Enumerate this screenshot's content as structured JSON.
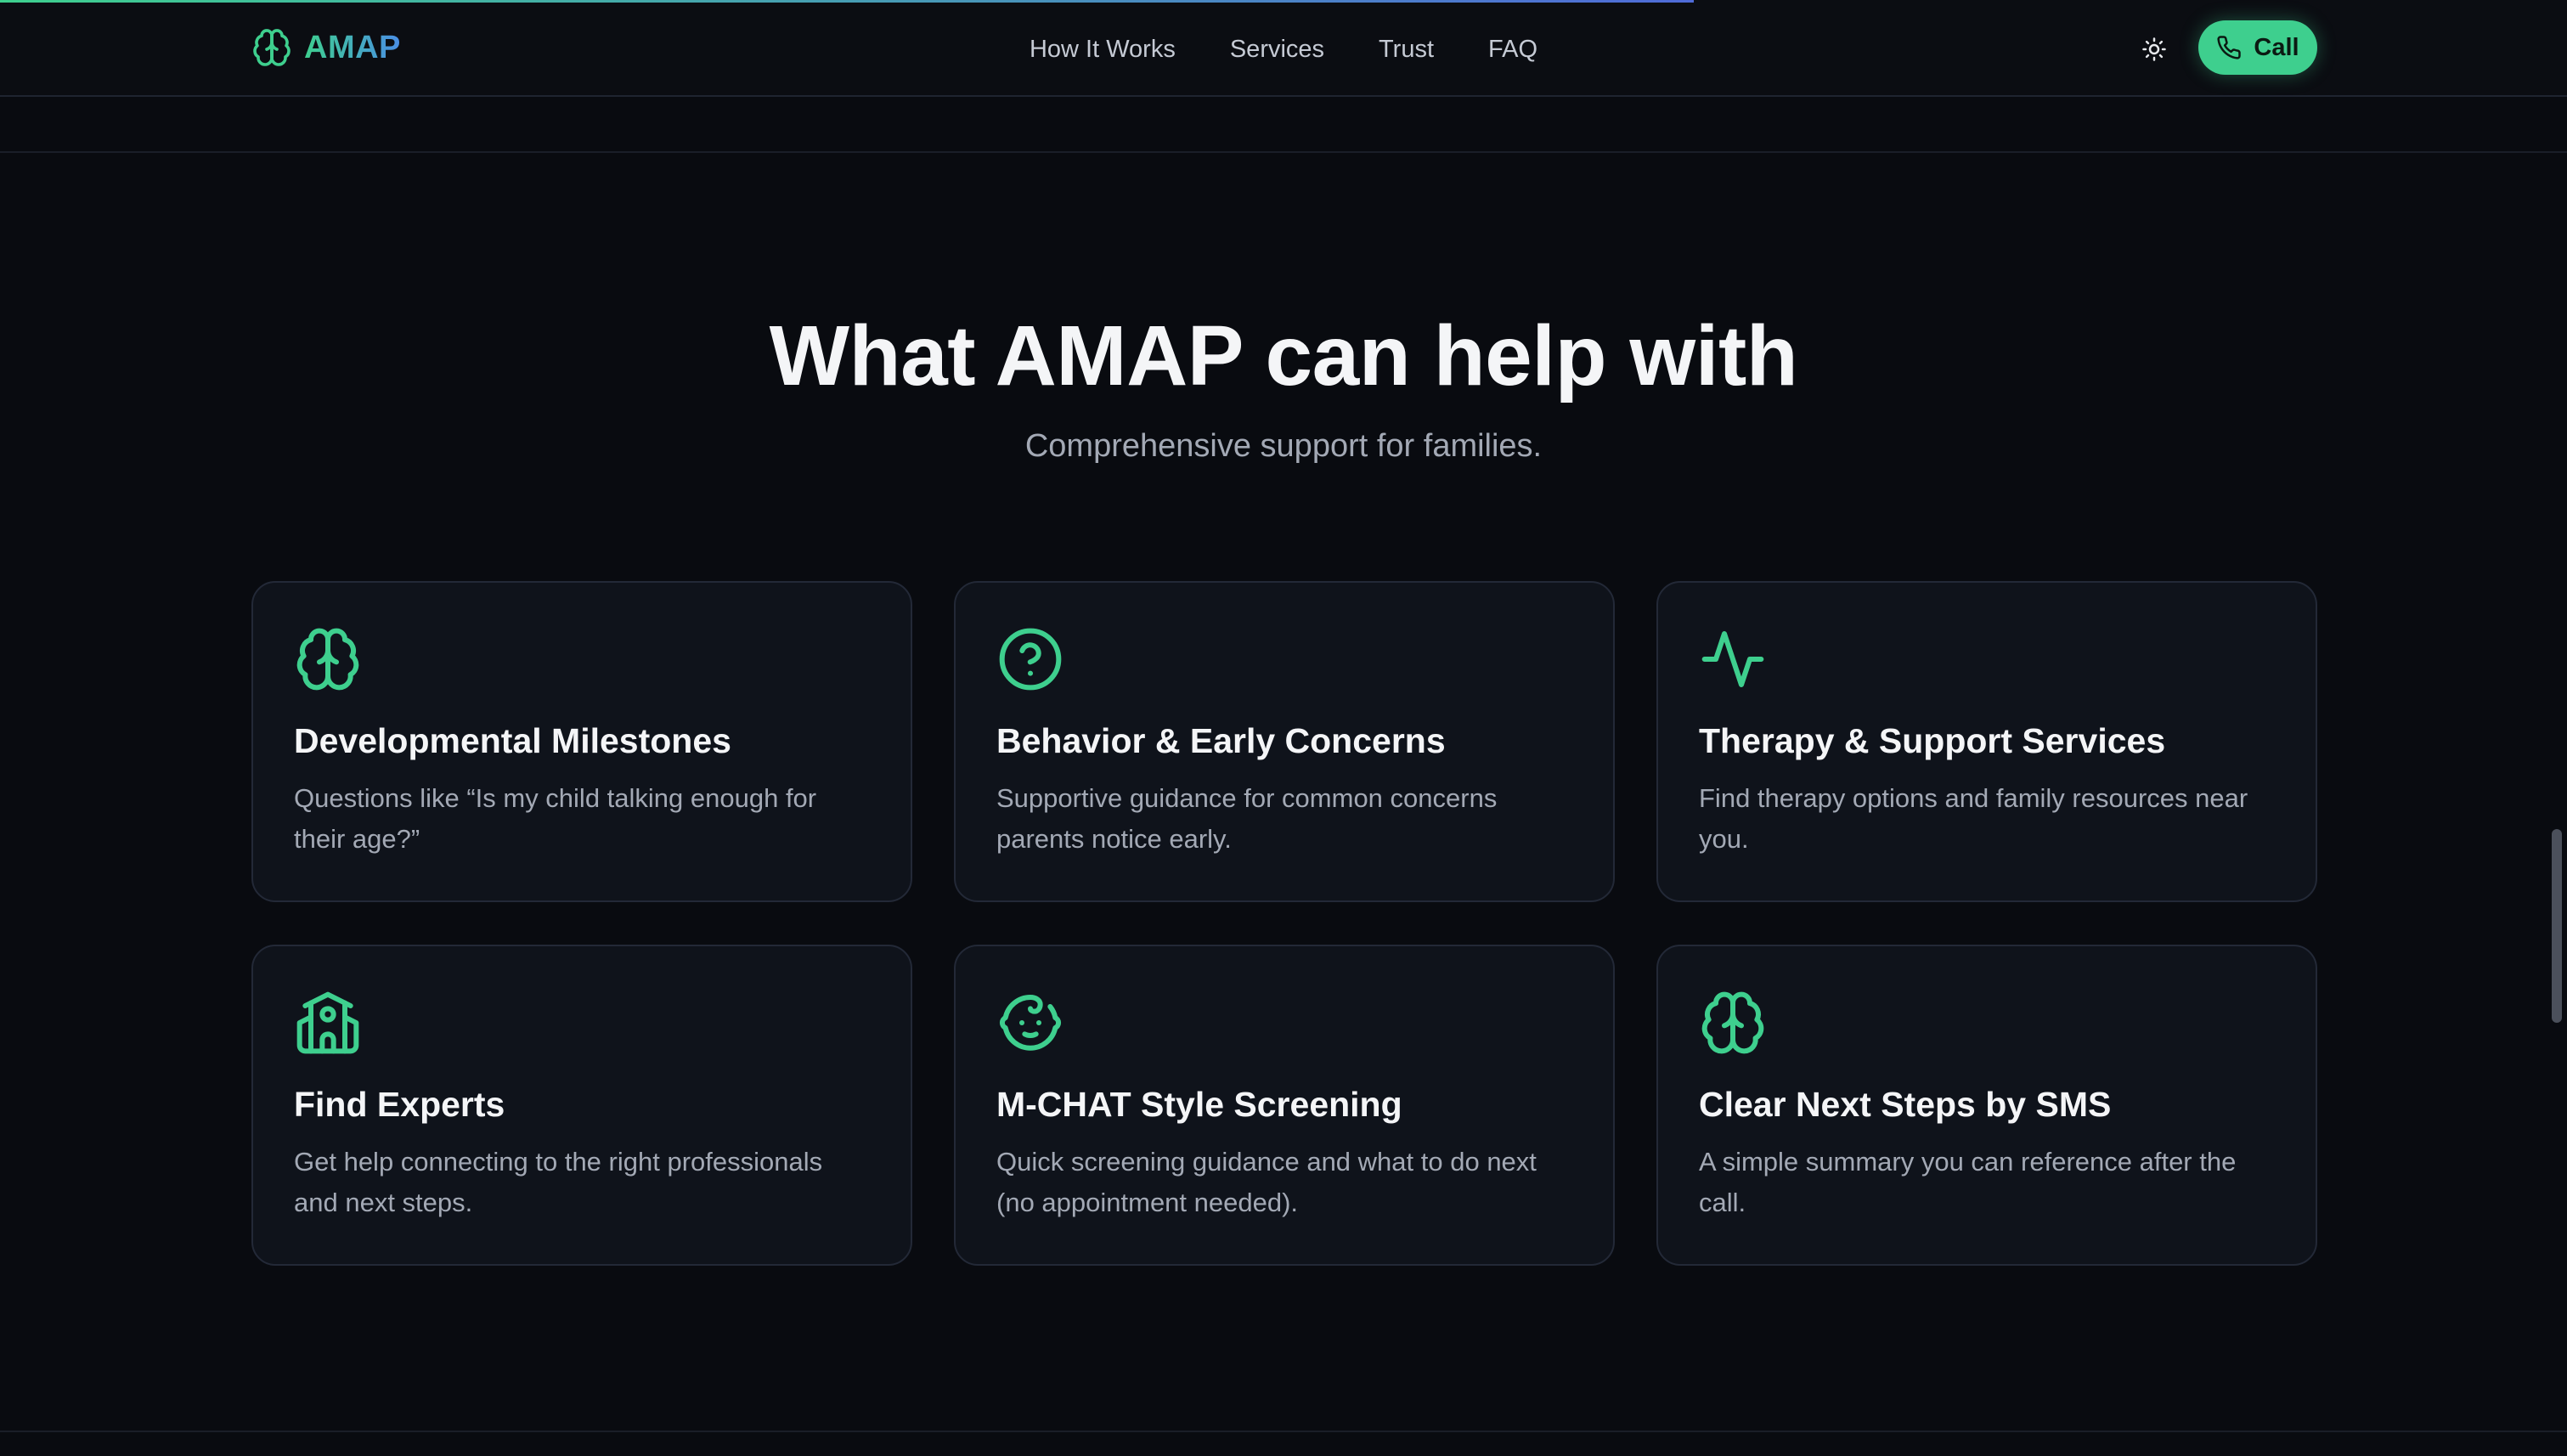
{
  "header": {
    "brand": "AMAP",
    "nav": [
      "How It Works",
      "Services",
      "Trust",
      "FAQ"
    ],
    "call_label": "Call"
  },
  "section": {
    "title": "What AMAP can help with",
    "subtitle": "Comprehensive support for families."
  },
  "cards": [
    {
      "icon": "brain-icon",
      "title": "Developmental Milestones",
      "desc": "Questions like “Is my child talking enough for their age?”"
    },
    {
      "icon": "help-circle-icon",
      "title": "Behavior & Early Concerns",
      "desc": "Supportive guidance for common concerns parents notice early."
    },
    {
      "icon": "activity-icon",
      "title": "Therapy & Support Services",
      "desc": "Find therapy options and family resources near you."
    },
    {
      "icon": "school-icon",
      "title": "Find Experts",
      "desc": "Get help connecting to the right professionals and next steps."
    },
    {
      "icon": "baby-icon",
      "title": "M-CHAT Style Screening",
      "desc": "Quick screening guidance and what to do next (no appointment needed)."
    },
    {
      "icon": "brain-icon",
      "title": "Clear Next Steps by SMS",
      "desc": "A simple summary you can reference after the call."
    }
  ],
  "colors": {
    "accent": "#3ecf8e",
    "background": "#090b10",
    "card": "#0f131b",
    "text": "#f4f5f7",
    "muted": "#a3a9b5"
  }
}
